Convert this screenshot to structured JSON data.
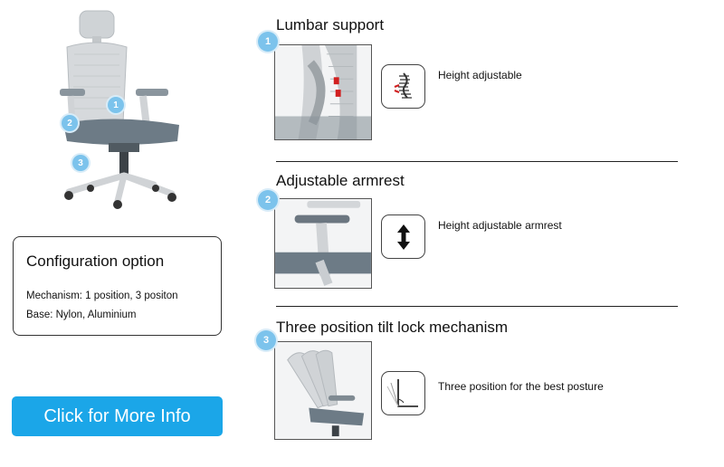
{
  "hero": {
    "callouts": [
      "1",
      "2",
      "3"
    ]
  },
  "config": {
    "title": "Configuration option",
    "mechanism": "Mechanism: 1 position, 3 positon",
    "base": "Base: Nylon, Aluminium"
  },
  "cta": {
    "label": "Click for More Info"
  },
  "features": [
    {
      "number": "1",
      "title": "Lumbar support",
      "description": "Height adjustable",
      "icon": "spine-icon"
    },
    {
      "number": "2",
      "title": "Adjustable armrest",
      "description": "Height adjustable armrest",
      "icon": "up-down-arrow-icon"
    },
    {
      "number": "3",
      "title": "Three position tilt lock mechanism",
      "description": "Three position for the best posture",
      "icon": "tilt-angle-icon"
    }
  ],
  "colors": {
    "accent": "#1ba6e8",
    "badge": "#7cc3ec",
    "upholstery": "#6d7b86",
    "frame": "#c9cdd1"
  }
}
